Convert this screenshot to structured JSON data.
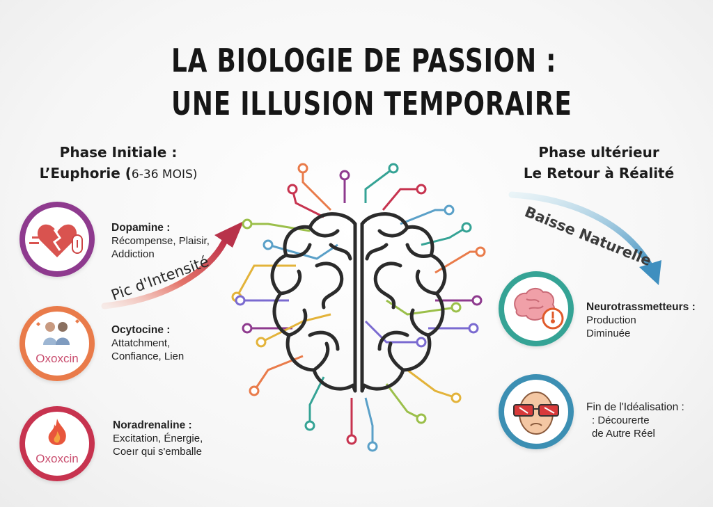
{
  "title": {
    "line1": "LA BIOLOGIE DE  PASSION :",
    "line2": "UNE ILLUSION TEMPORAIRE"
  },
  "left_phase": {
    "title_line1": "Phase Initiale :",
    "title_line2_a": "L’Euphorie (",
    "title_line2_b": "6-36 MOIS)",
    "arrow_label": "Pic d'Intensité",
    "items": [
      {
        "name": "Dopamine :",
        "desc": "Récompense, Plaisir,\nAddiction",
        "icon": "broken-heart-icon",
        "color": "#8e3a8e"
      },
      {
        "name": "Ocytocine :",
        "desc": "Attatchment,\nConfiance, Lien",
        "icon": "couple-icon",
        "brand": "Oxoxcin",
        "color": "#e97b4a"
      },
      {
        "name": "Noradrenaline :",
        "desc": "Excitation, Énergie,\nCoeır qui s'emballe",
        "icon": "flame-icon",
        "brand": "Oxoxcin",
        "color": "#c7334f"
      }
    ]
  },
  "right_phase": {
    "title_line1": "Phase ultérieur",
    "title_line2": "Le Retour à Réalité",
    "arrow_label": "Baisse Naturelle",
    "items": [
      {
        "name": "Neurotrassmetteurs :",
        "desc": "Production\nDiminuée",
        "icon": "brain-gauge-icon",
        "color": "#35a395"
      },
      {
        "name": "Fin de l'Idéalisation :",
        "desc": ": Décourerte\nde Autre Réel",
        "icon": "man-glasses-icon",
        "color": "#3c8fb3"
      }
    ]
  },
  "colors": {
    "purple": "#8e3a8e",
    "orange": "#e97b4a",
    "red": "#c7334f",
    "teal": "#35a395",
    "blue": "#3c8fb3"
  }
}
